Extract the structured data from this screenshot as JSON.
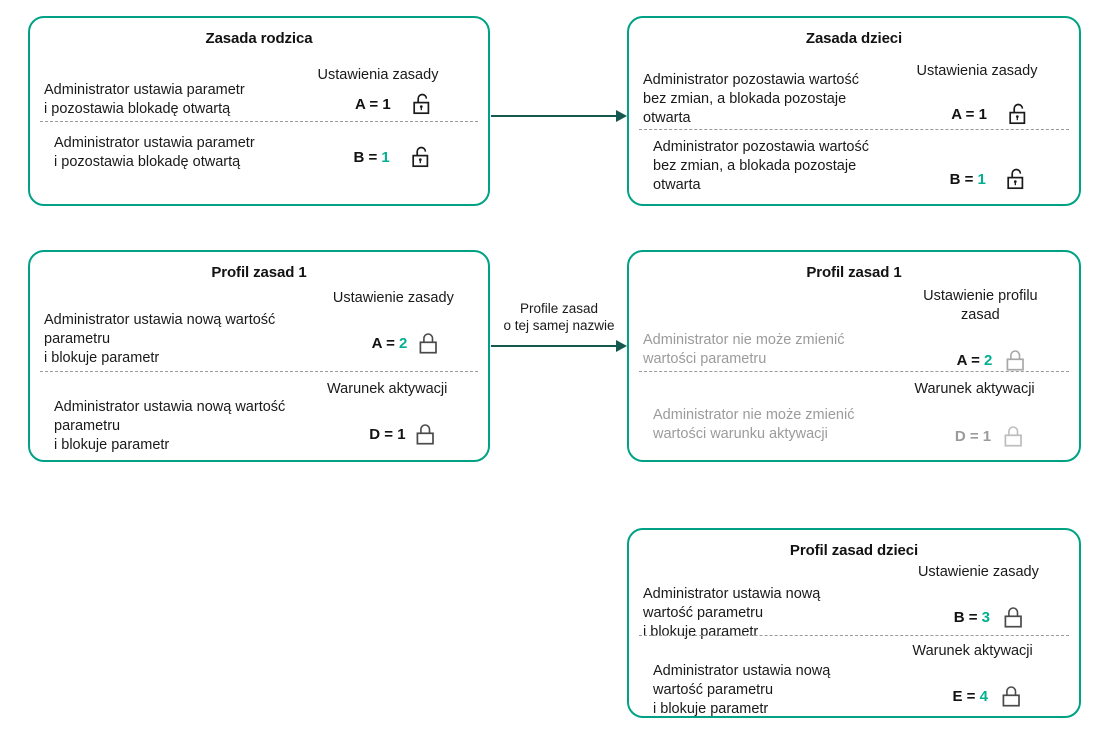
{
  "meta": {
    "accent_border": "#00a185",
    "accent_value": "#00b08f",
    "arrow_color": "#15584f",
    "dim_text": "#9b9b9b",
    "divider_color": "#9a9a9a"
  },
  "cards": {
    "parent_policy": {
      "title": "Zasada rodzica",
      "column_header": "Ustawienia zasady",
      "rows": [
        {
          "description": "Administrator ustawia parametr\ni pozostawia blokadę otwartą",
          "label": "A = ",
          "value": "1",
          "value_colored": false,
          "lock": "unlocked-icon",
          "dim": false
        },
        {
          "description": "Administrator ustawia parametr\ni pozostawia blokadę otwartą",
          "label": "B = ",
          "value": "1",
          "value_colored": true,
          "lock": "unlocked-icon",
          "dim": false
        }
      ]
    },
    "child_policy": {
      "title": "Zasada dzieci",
      "column_header": "Ustawienia zasady",
      "rows": [
        {
          "description": "Administrator pozostawia wartość\nbez zmian, a blokada pozostaje\notwarta",
          "label": "A = ",
          "value": "1",
          "value_colored": false,
          "lock": "unlocked-icon",
          "dim": false
        },
        {
          "description": "Administrator pozostawia wartość\nbez zmian, a blokada pozostaje\notwarta",
          "label": "B = ",
          "value": "1",
          "value_colored": true,
          "lock": "unlocked-icon",
          "dim": false
        }
      ]
    },
    "profile_left": {
      "title": "Profil zasad 1",
      "rows": [
        {
          "column_header": "Ustawienie zasady",
          "description": "Administrator ustawia nową wartość\nparametru\n i blokuje parametr",
          "label": "A = ",
          "value": "2",
          "value_colored": true,
          "lock": "locked-icon",
          "dim": false
        },
        {
          "column_header": "Warunek aktywacji",
          "description": "Administrator ustawia nową wartość\nparametru\n i blokuje parametr",
          "label": "D = ",
          "value": "1",
          "value_colored": false,
          "lock": "locked-icon",
          "dim": false
        }
      ]
    },
    "profile_right": {
      "title": "Profil zasad 1",
      "rows": [
        {
          "column_header": "Ustawienie profilu\nzasad",
          "description": "Administrator nie może zmienić\nwartości parametru",
          "label": "A = ",
          "value": "2",
          "value_colored": true,
          "lock": "locked-icon",
          "dim": true
        },
        {
          "column_header": "Warunek aktywacji",
          "description": "Administrator nie może zmienić\nwartości warunku aktywacji",
          "label": "D = ",
          "value": "1",
          "value_colored": false,
          "lock": "locked-icon",
          "dim": true
        }
      ]
    },
    "profile_children": {
      "title": "Profil zasad dzieci",
      "rows": [
        {
          "column_header": "Ustawienie zasady",
          "description": "Administrator ustawia nową\nwartość parametru\n i blokuje parametr",
          "label": "B = ",
          "value": "3",
          "value_colored": true,
          "lock": "locked-icon",
          "dim": false
        },
        {
          "column_header": "Warunek aktywacji",
          "description": "Administrator ustawia nową\nwartość parametru\n i blokuje parametr",
          "label": "E = ",
          "value": "4",
          "value_colored": true,
          "lock": "locked-icon",
          "dim": false
        }
      ]
    }
  },
  "arrows": {
    "top": {
      "label": ""
    },
    "middle": {
      "label": "Profile zasad\no tej samej nazwie"
    }
  }
}
